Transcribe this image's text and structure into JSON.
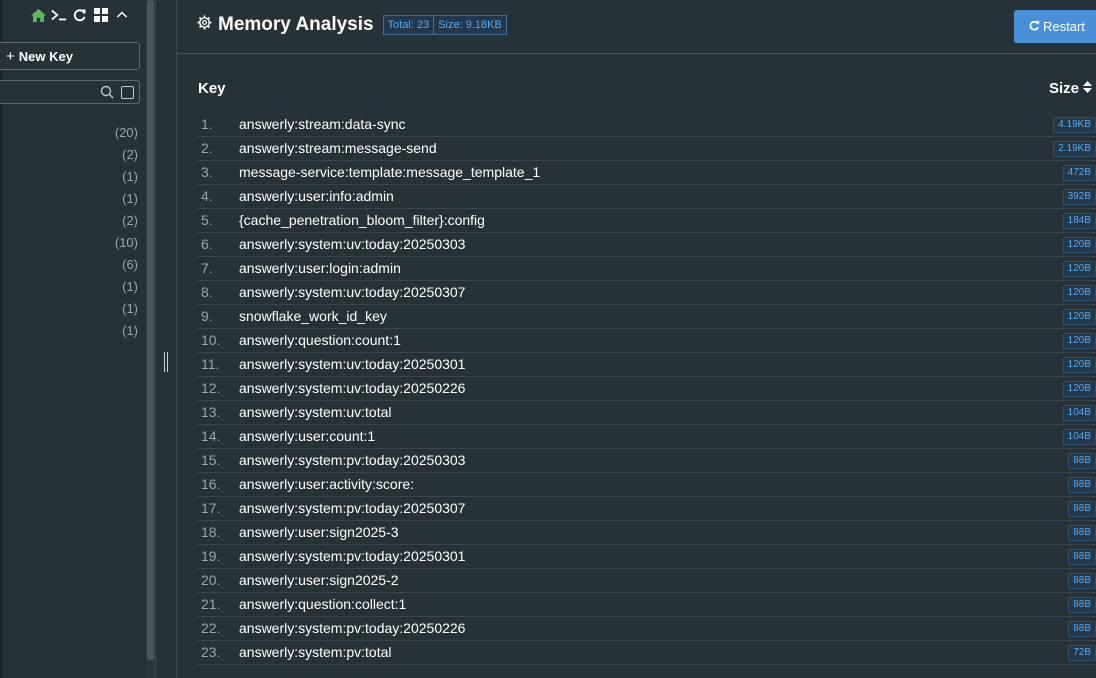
{
  "sidebar": {
    "toolbar_icons": [
      "home-icon",
      "terminal-icon",
      "refresh-icon",
      "grid-icon",
      "chevron-up-icon"
    ],
    "new_key_label": "New Key",
    "search": {
      "value": "",
      "placeholder": ""
    },
    "counts": [
      "(20)",
      "(2)",
      "(1)",
      "(1)",
      "(2)",
      "(10)",
      "(6)",
      "(1)",
      "(1)",
      "(1)"
    ]
  },
  "header": {
    "title": "Memory Analysis",
    "title_icon": "gear-icon",
    "total_tag": "Total: 23",
    "size_tag": "Size: 9.18KB",
    "restart_label": "Restart",
    "restart_icon": "refresh-icon"
  },
  "table": {
    "columns": {
      "key": "Key",
      "size": "Size"
    },
    "rows": [
      {
        "index": "1.",
        "key": "answerly:stream:data-sync",
        "size": "4.19KB"
      },
      {
        "index": "2.",
        "key": "answerly:stream:message-send",
        "size": "2.19KB"
      },
      {
        "index": "3.",
        "key": "message-service:template:message_template_1",
        "size": "472B"
      },
      {
        "index": "4.",
        "key": "answerly:user:info:admin",
        "size": "392B"
      },
      {
        "index": "5.",
        "key": "{cache_penetration_bloom_filter}:config",
        "size": "184B"
      },
      {
        "index": "6.",
        "key": "answerly:system:uv:today:20250303",
        "size": "120B"
      },
      {
        "index": "7.",
        "key": "answerly:user:login:admin",
        "size": "120B"
      },
      {
        "index": "8.",
        "key": "answerly:system:uv:today:20250307",
        "size": "120B"
      },
      {
        "index": "9.",
        "key": "snowflake_work_id_key",
        "size": "120B"
      },
      {
        "index": "10.",
        "key": "answerly:question:count:1",
        "size": "120B"
      },
      {
        "index": "11.",
        "key": "answerly:system:uv:today:20250301",
        "size": "120B"
      },
      {
        "index": "12.",
        "key": "answerly:system:uv:today:20250226",
        "size": "120B"
      },
      {
        "index": "13.",
        "key": "answerly:system:uv:total",
        "size": "104B"
      },
      {
        "index": "14.",
        "key": "answerly:user:count:1",
        "size": "104B"
      },
      {
        "index": "15.",
        "key": "answerly:system:pv:today:20250303",
        "size": "88B"
      },
      {
        "index": "16.",
        "key": "answerly:user:activity:score:",
        "size": "88B"
      },
      {
        "index": "17.",
        "key": "answerly:system:pv:today:20250307",
        "size": "88B"
      },
      {
        "index": "18.",
        "key": "answerly:user:sign2025-3",
        "size": "88B"
      },
      {
        "index": "19.",
        "key": "answerly:system:pv:today:20250301",
        "size": "88B"
      },
      {
        "index": "20.",
        "key": "answerly:user:sign2025-2",
        "size": "88B"
      },
      {
        "index": "21.",
        "key": "answerly:question:collect:1",
        "size": "88B"
      },
      {
        "index": "22.",
        "key": "answerly:system:pv:today:20250226",
        "size": "88B"
      },
      {
        "index": "23.",
        "key": "answerly:system:pv:total",
        "size": "72B"
      }
    ]
  },
  "colors": {
    "background": "#263238",
    "accent": "#4a90d9",
    "tag_text": "#5aa9ee",
    "home_icon": "#5cb85c"
  }
}
